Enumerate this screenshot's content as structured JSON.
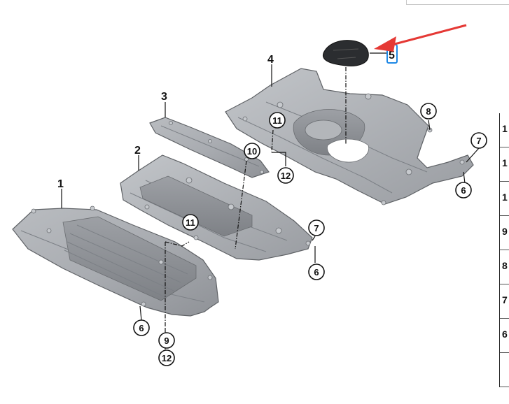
{
  "diagram": {
    "parts": [
      {
        "label": "1"
      },
      {
        "label": "2"
      },
      {
        "label": "3"
      },
      {
        "label": "4"
      },
      {
        "label": "5"
      }
    ],
    "callouts": {
      "c6a": "6",
      "c6b": "6",
      "c6c": "6",
      "c7a": "7",
      "c7b": "7",
      "c8": "8",
      "c9": "9",
      "c10": "10",
      "c11a": "11",
      "c11b": "11",
      "c12a": "12",
      "c12b": "12"
    },
    "highlight_color": "#1e88e5",
    "arrow_color": "#e53935"
  },
  "side_table": {
    "rows": [
      "1",
      "1",
      "1",
      "9",
      "8",
      "7",
      "6",
      ""
    ]
  }
}
